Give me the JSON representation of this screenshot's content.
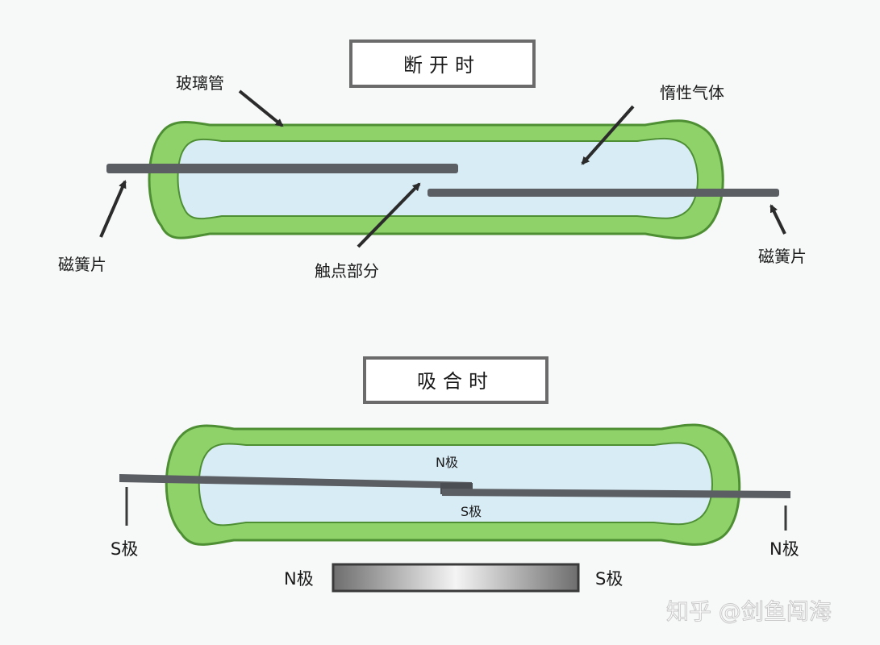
{
  "open_state": {
    "title": "断开时",
    "labels": {
      "glass_tube": "玻璃管",
      "inert_gas": "惰性气体",
      "reed_left": "磁簧片",
      "reed_right": "磁簧片",
      "contact": "触点部分"
    }
  },
  "closed_state": {
    "title": "吸合时",
    "labels": {
      "n_pole_top": "N极",
      "s_pole_bottom": "S极",
      "s_pole_left": "S极",
      "n_pole_right": "N极"
    }
  },
  "magnet": {
    "left_label": "N极",
    "right_label": "S极"
  },
  "watermark": "知乎 @剑鱼闯海",
  "colors": {
    "glass": "#8fd26a",
    "glass_outline": "#4e8f34",
    "gas": "#d8ecf6",
    "reed": "#5b5f63",
    "arrow": "#2b2b2b"
  }
}
